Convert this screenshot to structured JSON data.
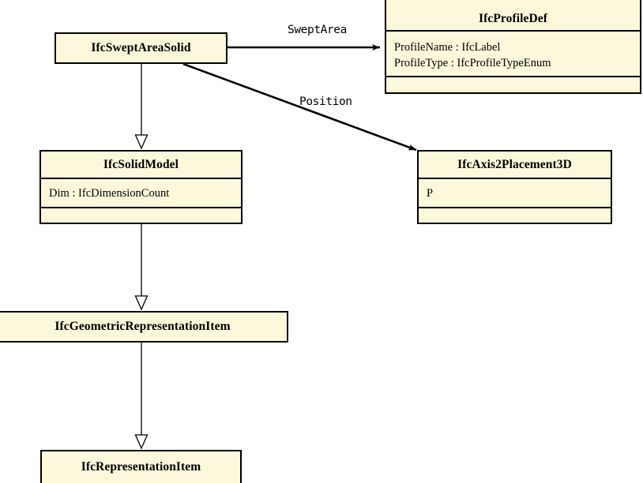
{
  "diagram": {
    "type": "uml-class-diagram",
    "title": "IfcSweptAreaSolid inheritance and association diagram",
    "colors": {
      "class_fill": "#fcf8db",
      "border": "#000000",
      "text": "#000000",
      "background": "#ffffff"
    }
  },
  "classes": [
    {
      "id": "swept-area-solid",
      "name": "IfcSweptAreaSolid",
      "attributes": [],
      "compartments": 1
    },
    {
      "id": "profile-def",
      "name": "IfcProfileDef",
      "attributes": [
        "ProfileName : IfcLabel",
        "ProfileType : IfcProfileTypeEnum"
      ],
      "compartments": 3
    },
    {
      "id": "solid-model",
      "name": "IfcSolidModel",
      "attributes": [
        "Dim : IfcDimensionCount"
      ],
      "compartments": 3
    },
    {
      "id": "axis2placement3d",
      "name": "IfcAxis2Placement3D",
      "attributes": [
        "P"
      ],
      "compartments": 3
    },
    {
      "id": "geometric-representation-item",
      "name": "IfcGeometricRepresentationItem",
      "attributes": [],
      "compartments": 1
    },
    {
      "id": "representation-item",
      "name": "IfcRepresentationItem",
      "attributes": [],
      "compartments": 1
    }
  ],
  "relationships": [
    {
      "id": "swept-area",
      "kind": "association",
      "label": "SweptArea",
      "from": "swept-area-solid",
      "to": "profile-def"
    },
    {
      "id": "position",
      "kind": "association",
      "label": "Position",
      "from": "swept-area-solid",
      "to": "axis2placement3d"
    },
    {
      "id": "gen-swept-to-solid",
      "kind": "generalization",
      "label": "",
      "from": "swept-area-solid",
      "to": "solid-model"
    },
    {
      "id": "gen-solid-to-geom",
      "kind": "generalization",
      "label": "",
      "from": "solid-model",
      "to": "geometric-representation-item"
    },
    {
      "id": "gen-geom-to-repitem",
      "kind": "generalization",
      "label": "",
      "from": "geometric-representation-item",
      "to": "representation-item"
    }
  ]
}
